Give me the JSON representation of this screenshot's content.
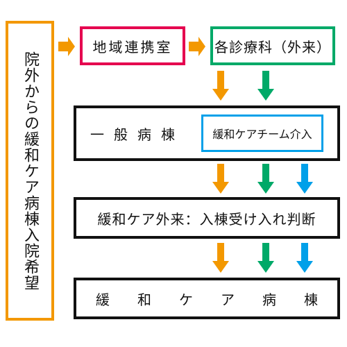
{
  "boxes": {
    "left": {
      "label": "院外からの緩和ケア病棟入院希望"
    },
    "renkei": {
      "label": "地域連携室"
    },
    "shinryou": {
      "label": "各診療科（外来）"
    },
    "ippan": {
      "label": "一般病棟"
    },
    "kainyu": {
      "label": "緩和ケアチーム介入"
    },
    "gairai": {
      "label": "緩和ケア外来：入棟受け入れ判断"
    },
    "byoutou": {
      "chars": [
        "緩",
        "和",
        "ケ",
        "ア",
        "病",
        "棟"
      ]
    }
  },
  "colors": {
    "orange": "#f39800",
    "red": "#e5004f",
    "green": "#00a968",
    "blue": "#00a0e9",
    "black": "#111111"
  }
}
